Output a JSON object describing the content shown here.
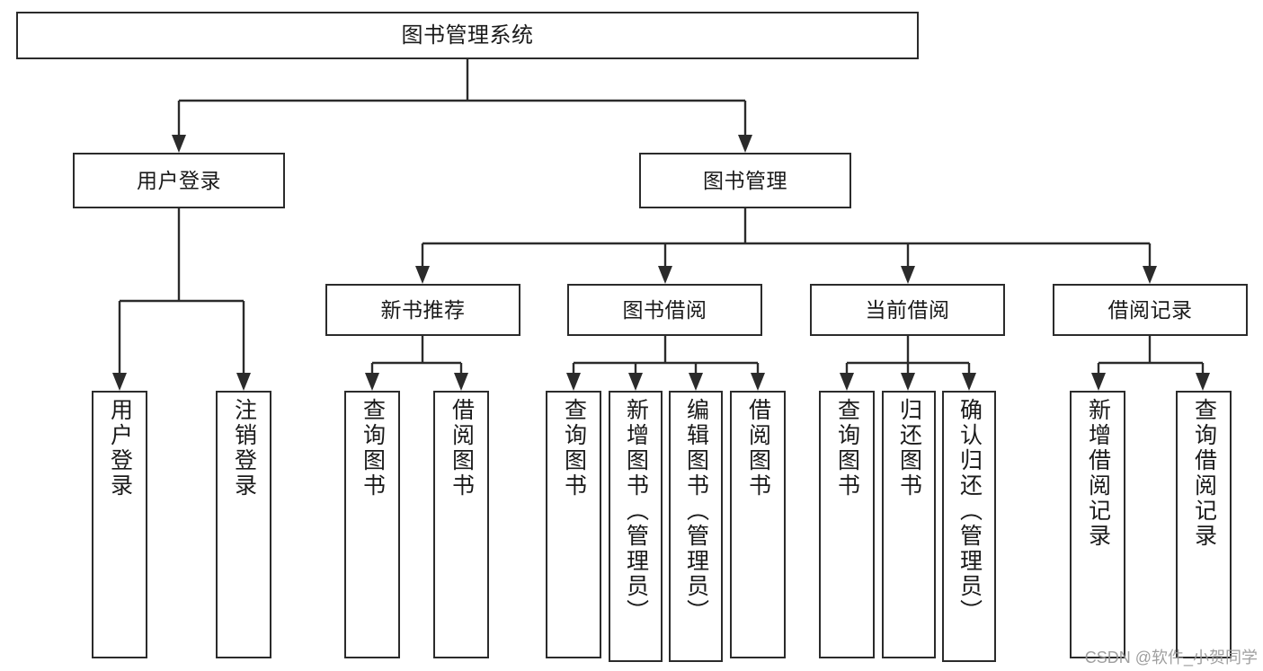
{
  "diagram": {
    "type": "tree-hierarchy",
    "title": "图书管理系统",
    "orientation": "top-down",
    "colors": {
      "stroke": "#2b2b2b",
      "box_fill": "#ffffff",
      "text": "#1a1a1a",
      "watermark": "#9a9a9a"
    }
  },
  "root": {
    "label": "图书管理系统"
  },
  "level2": [
    {
      "label": "用户登录"
    },
    {
      "label": "图书管理"
    }
  ],
  "level3": [
    {
      "label": "新书推荐"
    },
    {
      "label": "图书借阅"
    },
    {
      "label": "当前借阅"
    },
    {
      "label": "借阅记录"
    }
  ],
  "leaves": {
    "user_login": [
      {
        "label": "用户登录"
      },
      {
        "label": "注销登录"
      }
    ],
    "new_book_recommend": [
      {
        "label": "查询图书"
      },
      {
        "label": "借阅图书"
      }
    ],
    "book_borrow": [
      {
        "label": "查询图书"
      },
      {
        "label": "新增图书（管理员）"
      },
      {
        "label": "编辑图书（管理员）"
      },
      {
        "label": "借阅图书"
      }
    ],
    "current_borrow": [
      {
        "label": "查询图书"
      },
      {
        "label": "归还图书"
      },
      {
        "label": "确认归还（管理员）"
      }
    ],
    "borrow_record": [
      {
        "label": "新增借阅记录"
      },
      {
        "label": "查询借阅记录"
      }
    ]
  },
  "watermark": {
    "text": "CSDN @软件_小贺同学"
  }
}
